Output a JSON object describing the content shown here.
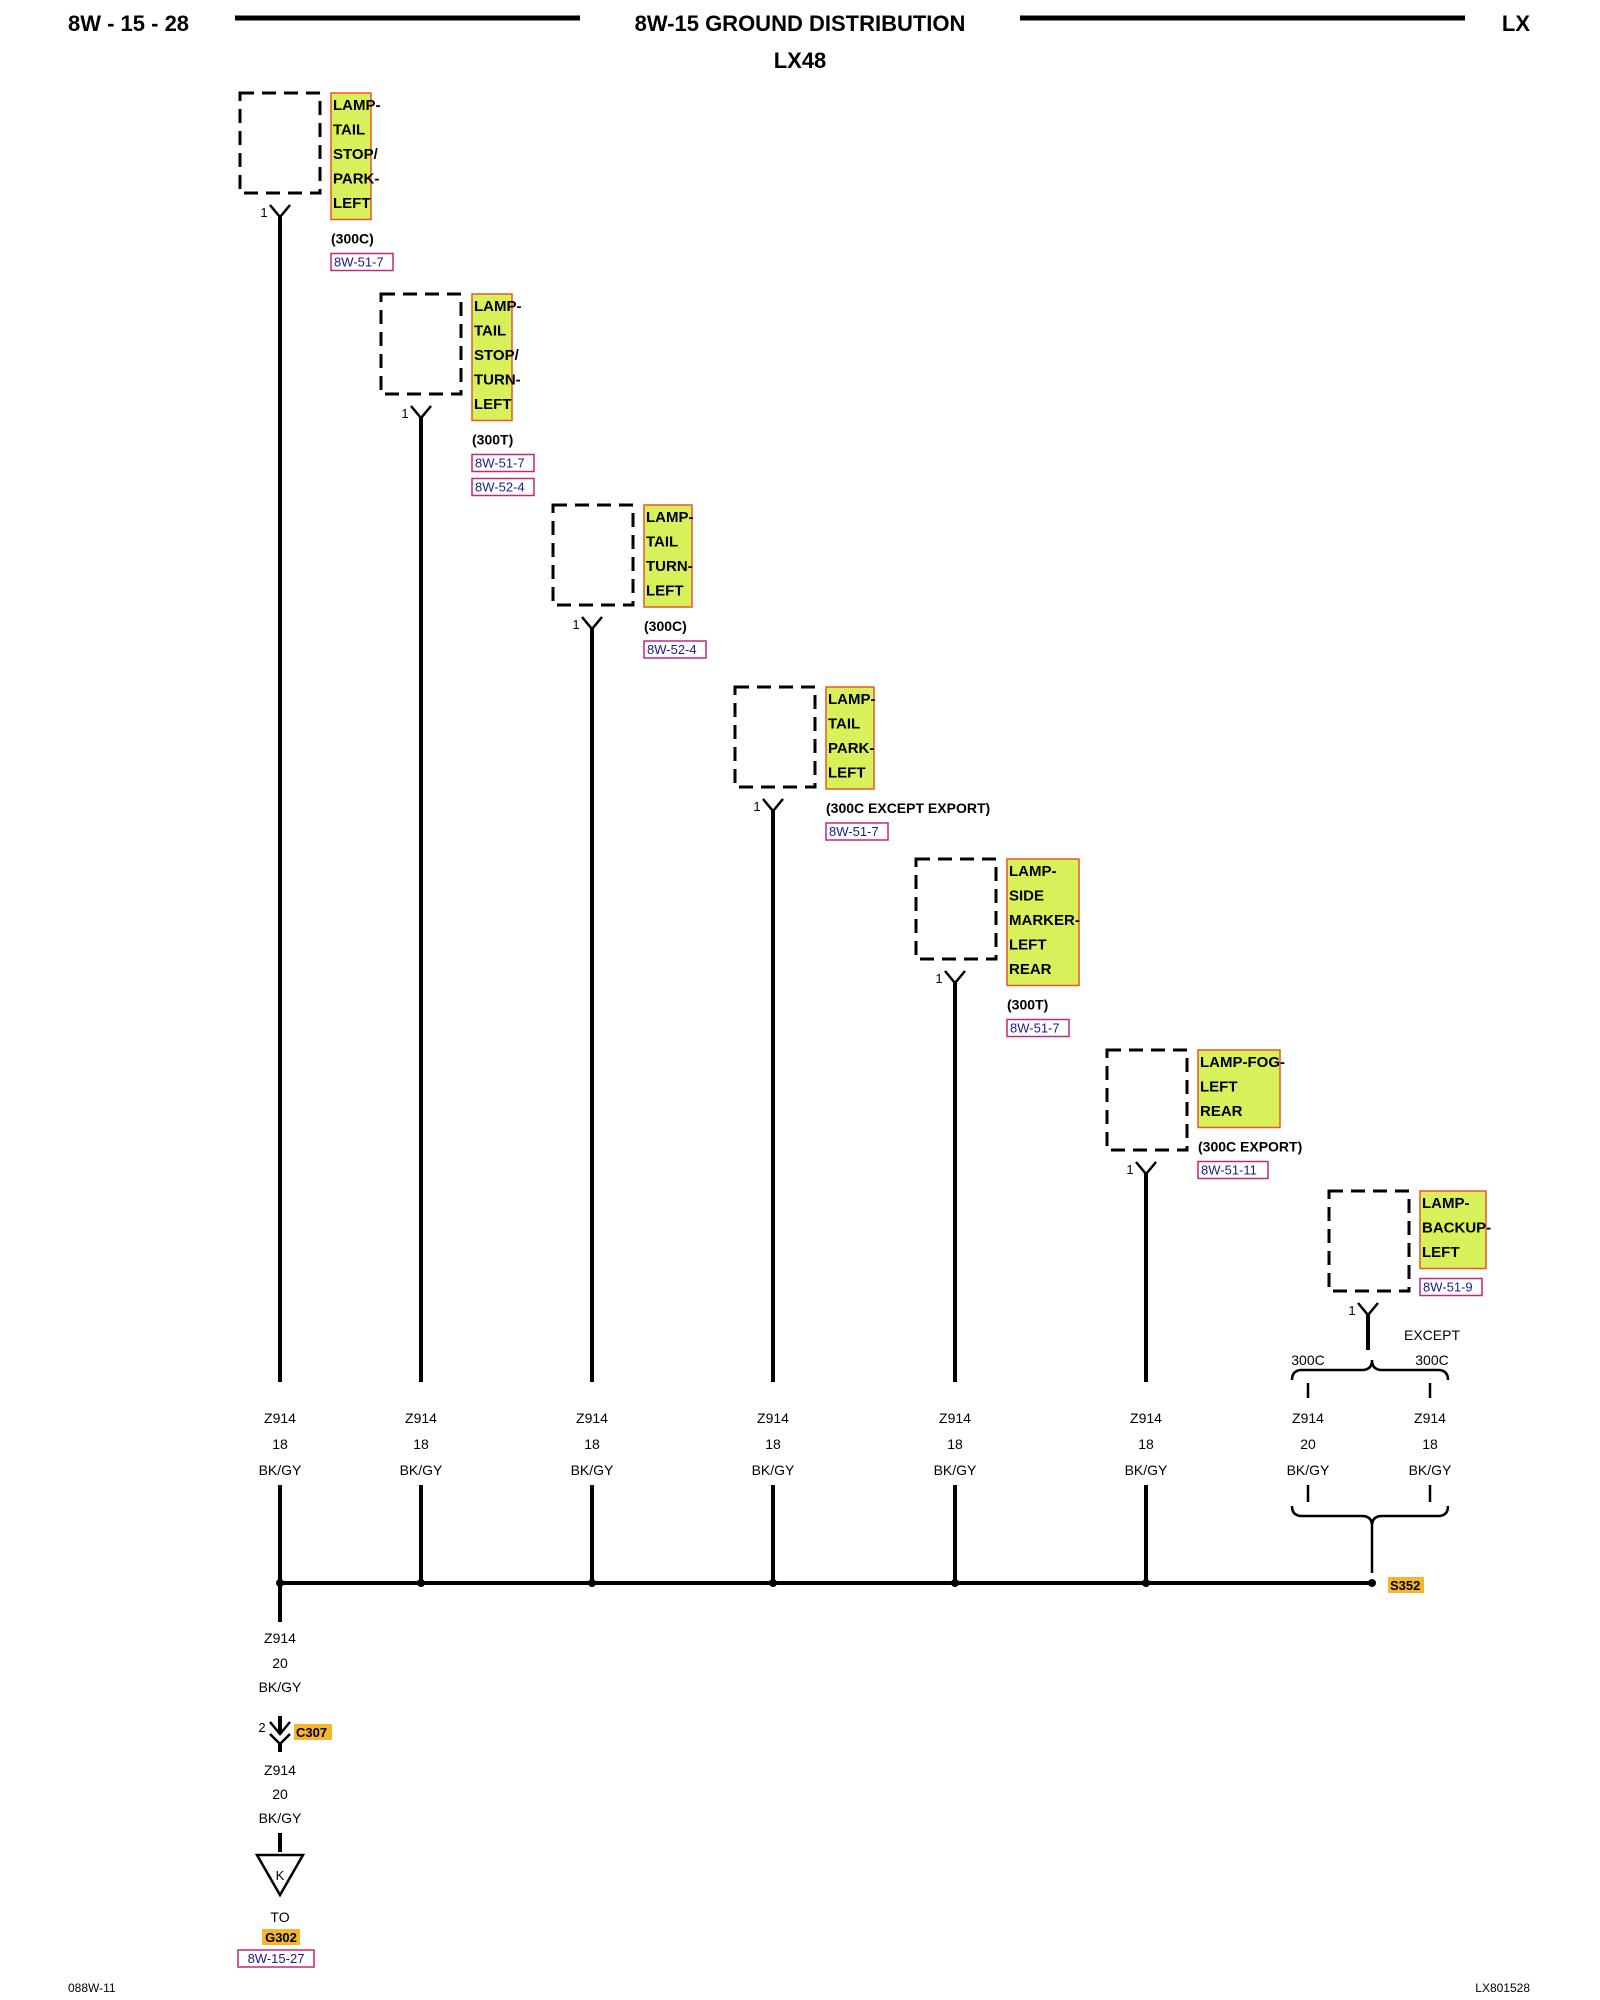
{
  "header": {
    "page_ref": "8W - 15 - 28",
    "title": "8W-15 GROUND DISTRIBUTION",
    "subtitle": "LX48",
    "model": "LX"
  },
  "footer": {
    "left_code": "088W-11",
    "right_code": "LX801528"
  },
  "colors": {
    "component_fill": "#d8f05a",
    "component_border": "#e8562a",
    "splice_fill": "#f5b52c",
    "ref_box_border": "#c0287a",
    "ref_text": "#1a1a8c"
  },
  "components": [
    {
      "label_lines": [
        "LAMP-",
        "TAIL",
        "STOP/",
        "PARK-",
        "LEFT"
      ],
      "variant": "(300C)",
      "refs": [
        "8W-51-7"
      ],
      "pin": "1",
      "wire": {
        "circuit": "Z914",
        "gauge": "18",
        "color": "BK/GY"
      }
    },
    {
      "label_lines": [
        "LAMP-",
        "TAIL",
        "STOP/",
        "TURN-",
        "LEFT"
      ],
      "variant": "(300T)",
      "refs": [
        "8W-51-7",
        "8W-52-4"
      ],
      "pin": "1",
      "wire": {
        "circuit": "Z914",
        "gauge": "18",
        "color": "BK/GY"
      }
    },
    {
      "label_lines": [
        "LAMP-",
        "TAIL",
        "TURN-",
        "LEFT"
      ],
      "variant": "(300C)",
      "refs": [
        "8W-52-4"
      ],
      "pin": "1",
      "wire": {
        "circuit": "Z914",
        "gauge": "18",
        "color": "BK/GY"
      }
    },
    {
      "label_lines": [
        "LAMP-",
        "TAIL",
        "PARK-",
        "LEFT"
      ],
      "variant": "(300C EXCEPT EXPORT)",
      "refs": [
        "8W-51-7"
      ],
      "pin": "1",
      "wire": {
        "circuit": "Z914",
        "gauge": "18",
        "color": "BK/GY"
      }
    },
    {
      "label_lines": [
        "LAMP-",
        "SIDE",
        "MARKER-",
        "LEFT",
        "REAR"
      ],
      "variant": "(300T)",
      "refs": [
        "8W-51-7"
      ],
      "pin": "1",
      "wire": {
        "circuit": "Z914",
        "gauge": "18",
        "color": "BK/GY"
      }
    },
    {
      "label_lines": [
        "LAMP-FOG-",
        "LEFT",
        "REAR"
      ],
      "variant": "(300C EXPORT)",
      "refs": [
        "8W-51-11"
      ],
      "pin": "1",
      "wire": {
        "circuit": "Z914",
        "gauge": "18",
        "color": "BK/GY"
      }
    },
    {
      "label_lines": [
        "LAMP-",
        "BACKUP-",
        "LEFT"
      ],
      "variant": "",
      "refs": [
        "8W-51-9"
      ],
      "pin": "1",
      "wire_options": [
        {
          "option": "300C",
          "circuit": "Z914",
          "gauge": "20",
          "color": "BK/GY"
        },
        {
          "option_lines": [
            "EXCEPT",
            "300C"
          ],
          "circuit": "Z914",
          "gauge": "18",
          "color": "BK/GY"
        }
      ]
    }
  ],
  "splice": {
    "id": "S352"
  },
  "trunk": {
    "segment1": {
      "circuit": "Z914",
      "gauge": "20",
      "color": "BK/GY"
    },
    "connector": {
      "id": "C307",
      "pin": "2"
    },
    "segment2": {
      "circuit": "Z914",
      "gauge": "20",
      "color": "BK/GY"
    },
    "ground": {
      "symbol_letter": "K",
      "to_label": "TO",
      "id": "G302",
      "ref": "8W-15-27"
    }
  }
}
